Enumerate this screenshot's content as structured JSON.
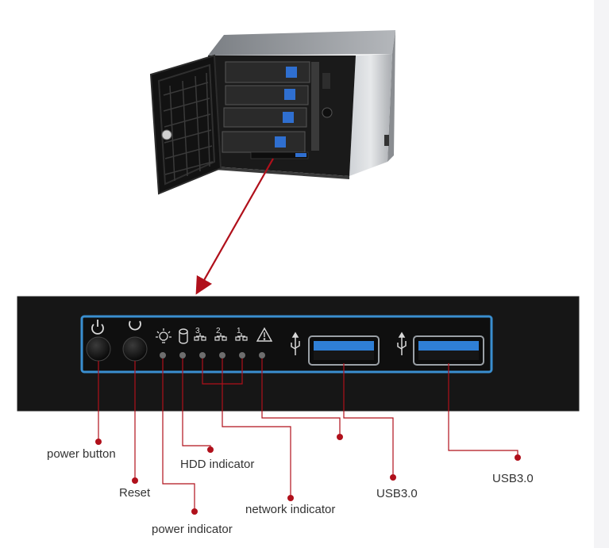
{
  "labels": {
    "power_button": "power button",
    "reset": "Reset",
    "power_indicator": "power indicator",
    "hdd_indicator": "HDD indicator",
    "network_indicator": "network indicator",
    "usb_left": "USB3.0",
    "usb_right": "USB3.0"
  },
  "panel": {
    "network_port_numbers": [
      "3",
      "2",
      "1"
    ]
  },
  "colors": {
    "panel_bg": "#161616",
    "panel_border": "#3a8fd0",
    "callout": "#b0101b",
    "usb_blue": "#2f7fd6"
  },
  "icons": [
    "power-icon",
    "reset-icon",
    "bulb-icon",
    "disk-icon",
    "network-icon",
    "warning-icon",
    "usb-icon"
  ]
}
